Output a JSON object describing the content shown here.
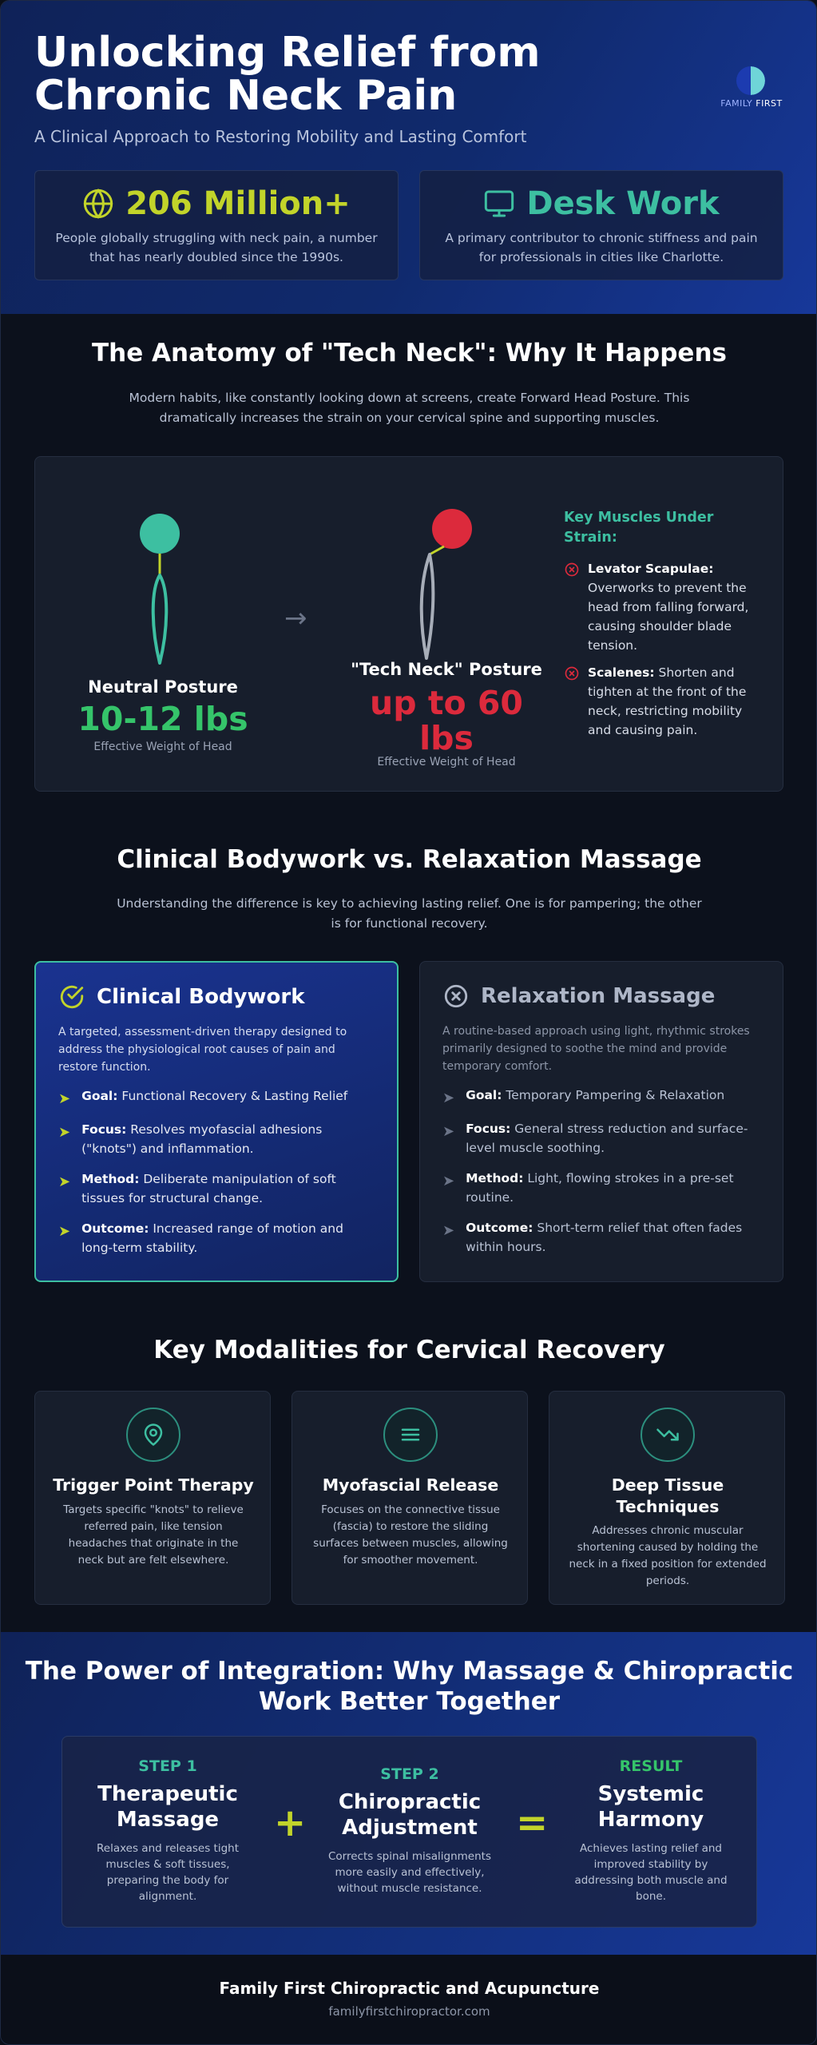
{
  "hero": {
    "title": "Unlocking Relief from Chronic Neck Pain",
    "subtitle": "A Clinical Approach to Restoring Mobility and Lasting Comfort",
    "logo_text_a": "FAMILY",
    "logo_text_b": "FIRST",
    "stats": [
      {
        "value": "206 Million+",
        "icon": "globe-icon",
        "description": "People globally struggling with neck pain, a number that has nearly doubled since the 1990s."
      },
      {
        "value": "Desk Work",
        "icon": "monitor-icon",
        "description": "A primary contributor to chronic stiffness and pain for professionals in cities like Charlotte."
      }
    ]
  },
  "anatomy": {
    "title": "The Anatomy of \"Tech Neck\": Why It Happens",
    "description": "Modern habits, like constantly looking down at screens, create Forward Head Posture. This dramatically increases the strain on your cervical spine and supporting muscles.",
    "neutral": {
      "label": "Neutral Posture",
      "value": "10-12 lbs",
      "caption": "Effective Weight of Head"
    },
    "tech": {
      "label": "\"Tech Neck\" Posture",
      "value": "up to 60 lbs",
      "caption": "Effective Weight of Head"
    },
    "muscles_title": "Key Muscles Under Strain:",
    "muscles": [
      {
        "name": "Levator Scapulae:",
        "text": "Overworks to prevent the head from falling forward, causing shoulder blade tension."
      },
      {
        "name": "Scalenes:",
        "text": "Shorten and tighten at the front of the neck, restricting mobility and causing pain."
      }
    ],
    "arrow": "→"
  },
  "compare": {
    "title": "Clinical Bodywork vs. Relaxation Massage",
    "description": "Understanding the difference is key to achieving lasting relief. One is for pampering; the other is for functional recovery.",
    "clinical": {
      "title": "Clinical Bodywork",
      "description": "A targeted, assessment-driven therapy designed to address the physiological root causes of pain and restore function.",
      "items": [
        {
          "key": "Goal:",
          "text": "Functional Recovery & Lasting Relief"
        },
        {
          "key": "Focus:",
          "text": "Resolves myofascial adhesions (\"knots\") and inflammation."
        },
        {
          "key": "Method:",
          "text": "Deliberate manipulation of soft tissues for structural change."
        },
        {
          "key": "Outcome:",
          "text": "Increased range of motion and long-term stability."
        }
      ]
    },
    "relax": {
      "title": "Relaxation Massage",
      "description": "A routine-based approach using light, rhythmic strokes primarily designed to soothe the mind and provide temporary comfort.",
      "items": [
        {
          "key": "Goal:",
          "text": "Temporary Pampering & Relaxation"
        },
        {
          "key": "Focus:",
          "text": "General stress reduction and surface-level muscle soothing."
        },
        {
          "key": "Method:",
          "text": "Light, flowing strokes in a pre-set routine."
        },
        {
          "key": "Outcome:",
          "text": "Short-term relief that often fades within hours."
        }
      ]
    }
  },
  "modalities": {
    "title": "Key Modalities for Cervical Recovery",
    "items": [
      {
        "title": "Trigger Point Therapy",
        "icon": "map-pin-icon",
        "description": "Targets specific \"knots\" to relieve referred pain, like tension headaches that originate in the neck but are felt elsewhere."
      },
      {
        "title": "Myofascial Release",
        "icon": "layers-icon",
        "description": "Focuses on the connective tissue (fascia) to restore the sliding surfaces between muscles, allowing for smoother movement."
      },
      {
        "title": "Deep Tissue Techniques",
        "icon": "trending-down-icon",
        "description": "Addresses chronic muscular shortening caused by holding the neck in a fixed position for extended periods."
      }
    ]
  },
  "integration": {
    "title": "The Power of Integration: Why Massage & Chiropractic Work Better Together",
    "plus": "+",
    "equals": "=",
    "steps": [
      {
        "kicker": "STEP 1",
        "title": "Therapeutic Massage",
        "description": "Relaxes and releases tight muscles & soft tissues, preparing the body for alignment."
      },
      {
        "kicker": "STEP 2",
        "title": "Chiropractic Adjustment",
        "description": "Corrects spinal misalignments more easily and effectively, without muscle resistance."
      },
      {
        "kicker": "RESULT",
        "title": "Systemic Harmony",
        "description": "Achieves lasting relief and improved stability by addressing both muscle and bone."
      }
    ]
  },
  "footer": {
    "name": "Family First Chiropractic and Acupuncture",
    "url": "familyfirstchiropractor.com"
  },
  "colors": {
    "accent_yellow": "#c2d42a",
    "accent_teal": "#3dbfa1",
    "alert_red": "#dc2a3c",
    "good_green": "#35c46a"
  }
}
